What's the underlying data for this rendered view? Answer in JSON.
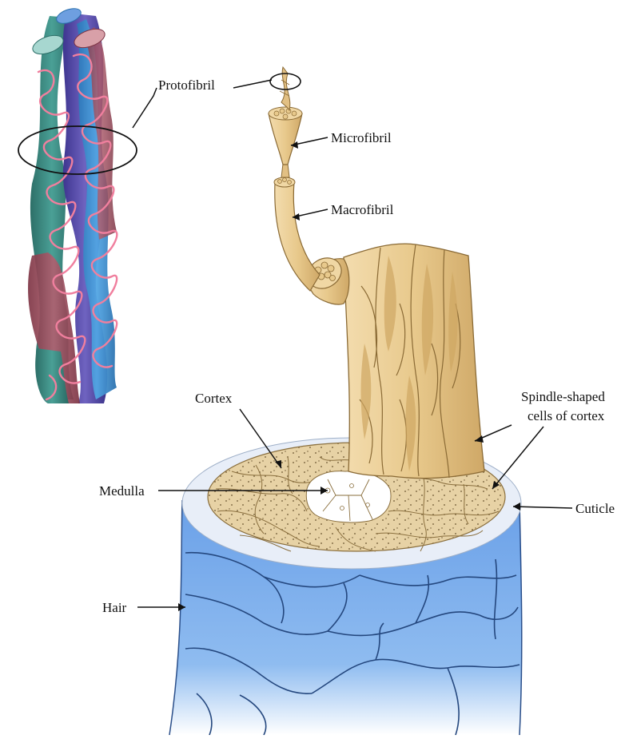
{
  "labels": {
    "protofibril": "Protofibril",
    "microfibril": "Microfibril",
    "macrofibril": "Macrofibril",
    "cortex": "Cortex",
    "spindle_line1": "Spindle-shaped",
    "spindle_line2": "cells of cortex",
    "medulla": "Medulla",
    "cuticle": "Cuticle",
    "hair": "Hair"
  },
  "colors": {
    "hair_blue": "#6fa3e6",
    "hair_light": "#d9e8fb",
    "cuticle_rim": "#e9eef8",
    "cortex_fill": "#e5cf9f",
    "fibril_tan": "#e8c98c",
    "fibril_dark": "#c9a263",
    "strand_purple": "#5a4fa8",
    "strand_teal": "#3f8f86",
    "strand_blue": "#3f8fd0",
    "strand_red": "#9c4a5a",
    "helix_pink": "#f07f9e",
    "medulla_white": "#ffffff"
  }
}
